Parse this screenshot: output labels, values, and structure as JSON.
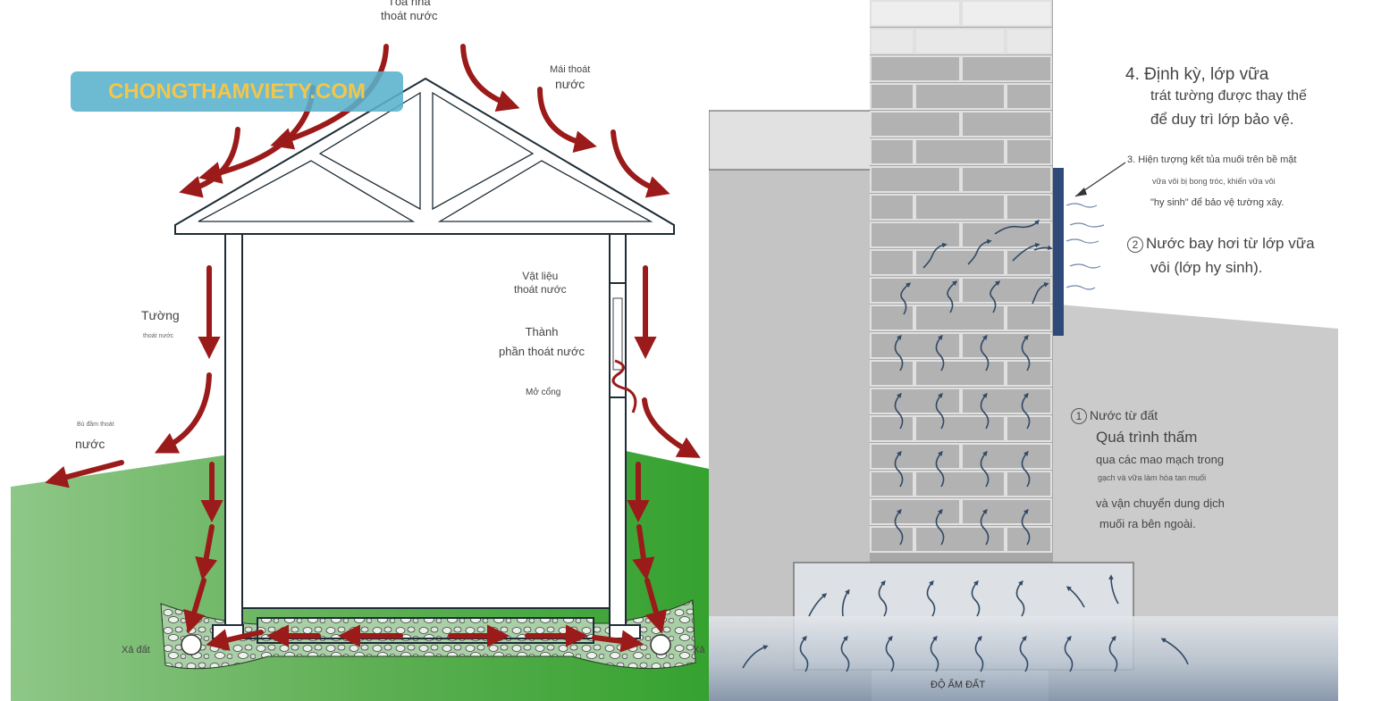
{
  "watermark": {
    "text": "CHONGTHAMVIETY.COM",
    "color": "#f3c64a",
    "background": "#58b2cc"
  },
  "left": {
    "roof_title": [
      "Tòa nhà",
      "thoát nước"
    ],
    "roof_drain": [
      "Mái thoát",
      "nước"
    ],
    "wall_drain": {
      "title": "Tường",
      "sub": "thoát nước"
    },
    "ground_drain": {
      "sub": "Bù đầm thoát",
      "title": "nước"
    },
    "material": [
      "Vật liệu",
      "thoát nước"
    ],
    "component": [
      "Thành",
      "phần thoát nước"
    ],
    "opening": "Mở cổng",
    "outlet_left": "Xả đất",
    "outlet_right": "Xả",
    "colors": {
      "arrow": "#9b1a1a",
      "grass": "#3ea63a",
      "gravel": "#9fc89f",
      "wall": "#ffffff",
      "outline": "#1e2c36"
    }
  },
  "right": {
    "step4": [
      "4. Định kỳ, lớp vữa",
      "trát tường được thay thế",
      "để duy trì lớp bảo vệ."
    ],
    "step3": [
      "3. Hiện tượng kết tủa muối trên bề mặt",
      "vữa vôi bị bong tróc, khiến vữa vôi",
      "\"hy sinh\" để bảo vệ tường xây."
    ],
    "step2": {
      "num": "2",
      "lines": [
        "Nước bay hơi từ lớp vữa",
        "vôi (lớp hy sinh)."
      ]
    },
    "step1": {
      "num": "1",
      "head": "Nước từ đất",
      "title": "Quá trình thấm",
      "lines": [
        "qua các mao mạch trong",
        "gạch và vữa làm hòa tan muối",
        "và vận chuyển dung dịch",
        "muối ra bên ngoài."
      ]
    },
    "soil": "ĐỘ ẨM ĐẤT",
    "colors": {
      "brick": "#9a9a9a",
      "mortar_layer": "#2f4a78",
      "ground": "#c9c9c9",
      "moisture": "#324a66"
    }
  }
}
